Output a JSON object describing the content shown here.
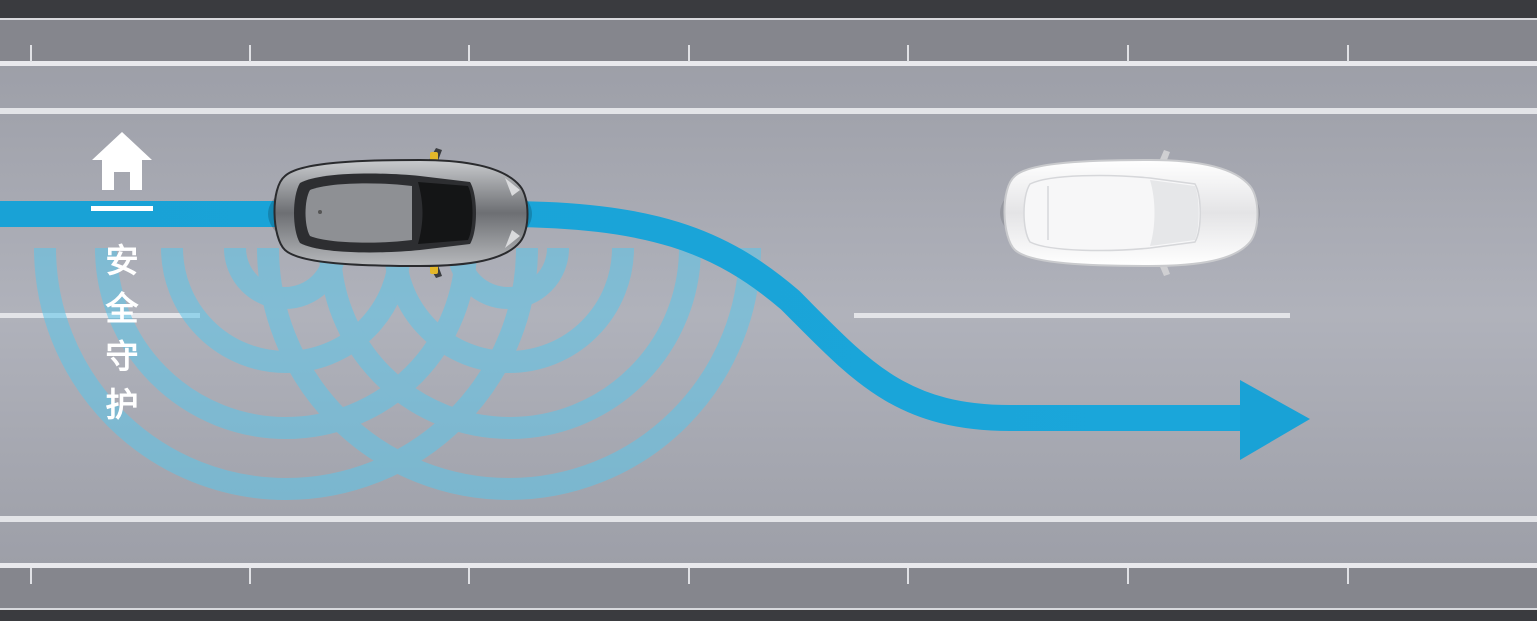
{
  "label": {
    "icon": "home-icon",
    "chars": [
      "安",
      "全",
      "守",
      "护"
    ]
  },
  "colors": {
    "road": "#a9abb4",
    "shoulder": "#84858c",
    "edge": "#3a3b3f",
    "lane_line": "#e6e6ea",
    "path": "#19a2d6",
    "sensor_wave": "#5cc6ea",
    "ego_car": "#8a8c90",
    "lead_car": "#f3f3f3"
  }
}
